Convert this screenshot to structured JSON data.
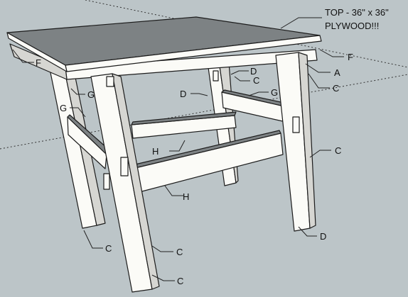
{
  "note": {
    "line1": "TOP - 36\" x 36\"",
    "line2": "PLYWOOD!!!"
  },
  "labels": {
    "f_left": "F",
    "f_right": "F",
    "a": "A",
    "c_right_top": "C",
    "c_mid": "C",
    "c_right_mid": "C",
    "d_top": "D",
    "d_left": "D",
    "d_bottom": "D",
    "g_left_upper": "G",
    "g_left": "G",
    "g_right": "G",
    "h_upper": "H",
    "h_lower": "H",
    "c_bottom_1": "C",
    "c_bottom_2": "C",
    "c_bottom_3": "C"
  },
  "colors": {
    "background": "#bcc5c8",
    "tabletop": "#7d8284",
    "wood_light": "#fbfbf7",
    "wood_shade": "#d6d6d2",
    "outline": "#1c1c1c"
  }
}
